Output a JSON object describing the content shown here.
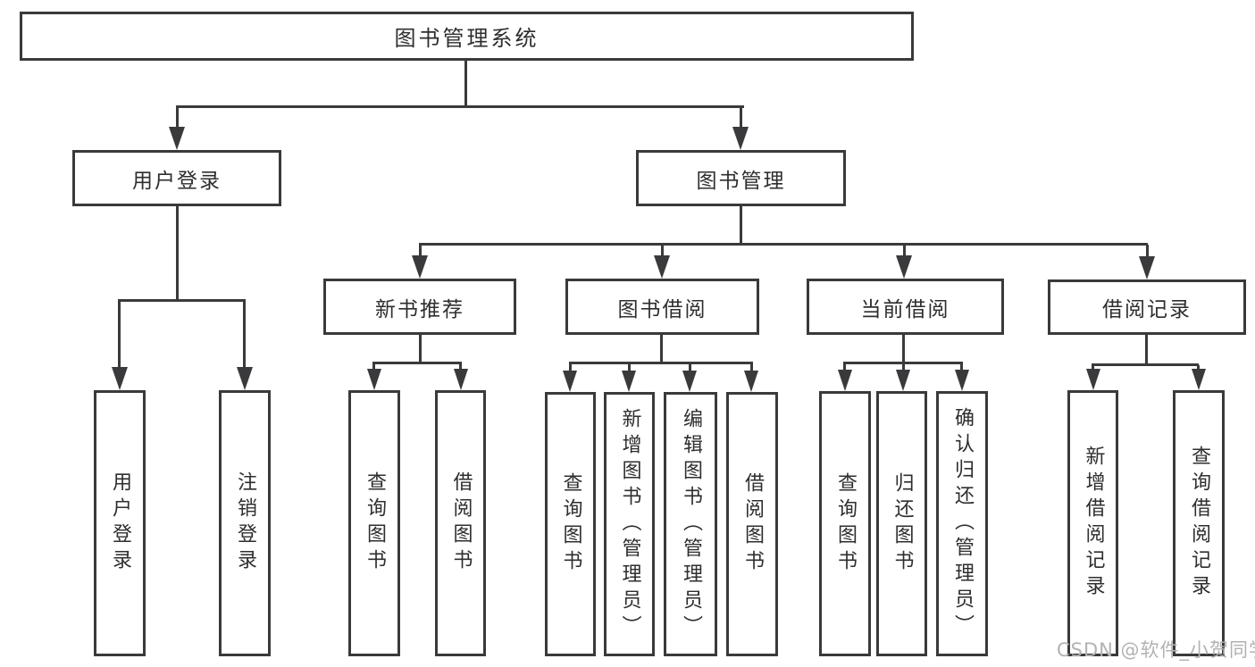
{
  "diagram_type": "hierarchy-tree",
  "watermark": "CSDN @软件_小贺同学",
  "colors": {
    "line": "#3a3a3c",
    "text": "#2e2e30",
    "background": "#ffffff",
    "watermark": "#b2b2b2"
  },
  "nodes": {
    "root": {
      "label": "图书管理系统"
    },
    "user_login_branch": {
      "label": "用户登录"
    },
    "book_mgmt_branch": {
      "label": "图书管理"
    },
    "new_book_rec": {
      "label": "新书推荐"
    },
    "book_borrow": {
      "label": "图书借阅"
    },
    "current_borrow": {
      "label": "当前借阅"
    },
    "borrow_records": {
      "label": "借阅记录"
    },
    "leaf_user_login": {
      "label": "用户登录"
    },
    "leaf_logout": {
      "label": "注销登录"
    },
    "leaf_query_book_1": {
      "label": "查询图书"
    },
    "leaf_borrow_book_1": {
      "label": "借阅图书"
    },
    "leaf_query_book_2": {
      "label": "查询图书"
    },
    "leaf_add_book": {
      "label": "新增图书（管理员）"
    },
    "leaf_edit_book": {
      "label": "编辑图书（管理员）"
    },
    "leaf_borrow_book_2": {
      "label": "借阅图书"
    },
    "leaf_query_book_3": {
      "label": "查询图书"
    },
    "leaf_return_book": {
      "label": "归还图书"
    },
    "leaf_confirm_return": {
      "label": "确认归还（管理员）"
    },
    "leaf_add_borrow_record": {
      "label": "新增借阅记录"
    },
    "leaf_query_borrow_record": {
      "label": "查询借阅记录"
    }
  },
  "hierarchy": {
    "root": "图书管理系统",
    "children": [
      {
        "label": "用户登录",
        "children": [
          "用户登录",
          "注销登录"
        ]
      },
      {
        "label": "图书管理",
        "children": [
          {
            "label": "新书推荐",
            "children": [
              "查询图书",
              "借阅图书"
            ]
          },
          {
            "label": "图书借阅",
            "children": [
              "查询图书",
              "新增图书（管理员）",
              "编辑图书（管理员）",
              "借阅图书"
            ]
          },
          {
            "label": "当前借阅",
            "children": [
              "查询图书",
              "归还图书",
              "确认归还（管理员）"
            ]
          },
          {
            "label": "借阅记录",
            "children": [
              "新增借阅记录",
              "查询借阅记录"
            ]
          }
        ]
      }
    ]
  }
}
